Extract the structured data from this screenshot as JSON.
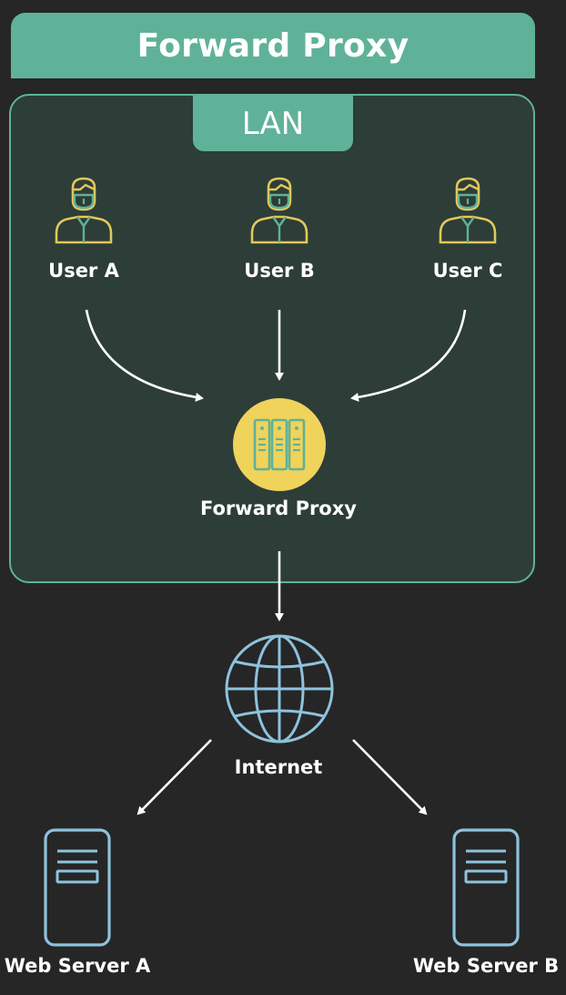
{
  "title": "Forward Proxy",
  "lan": {
    "label": "LAN",
    "users": [
      {
        "label": "User A"
      },
      {
        "label": "User B"
      },
      {
        "label": "User C"
      }
    ]
  },
  "proxy": {
    "label": "Forward Proxy"
  },
  "internet": {
    "label": "Internet"
  },
  "servers": [
    {
      "label": "Web Server A"
    },
    {
      "label": "Web Server B"
    }
  ],
  "colors": {
    "background": "#262626",
    "accent_green": "#5fb298",
    "lan_fill": "#2d3d38",
    "user_icon_yellow": "#e2c85a",
    "user_icon_green": "#5fb298",
    "proxy_yellow": "#f0d35a",
    "internet_blue": "#8ec2dd",
    "arrow": "#ffffff"
  },
  "icons": {
    "user": "user-icon",
    "proxy": "server-rack-icon",
    "internet": "globe-icon",
    "server": "server-icon"
  }
}
